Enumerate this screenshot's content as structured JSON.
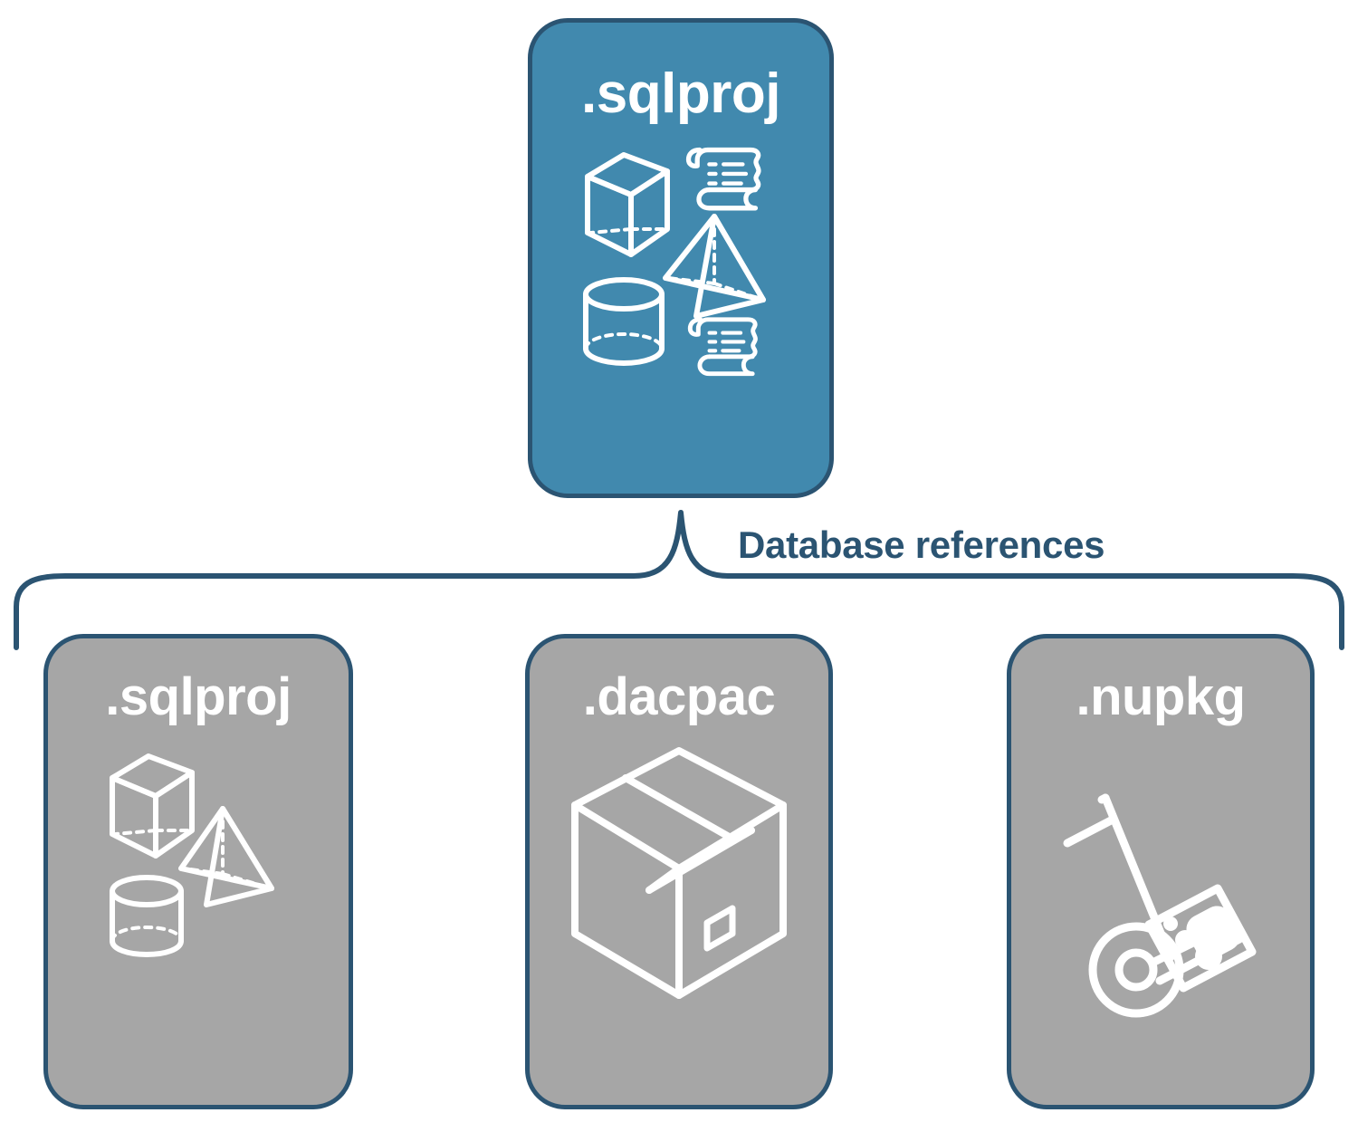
{
  "diagram": {
    "title_hidden": "",
    "colors": {
      "accent_blue": "#4189AE",
      "card_gray": "#A6A6A6",
      "outline_navy": "#2B5472",
      "icon_white": "#FFFFFF",
      "background": "#FFFFFF"
    },
    "root_node": {
      "label": ".sqlproj",
      "fill": "#4189AE",
      "icons": [
        "cube-wireframe-icon",
        "script-scroll-icon",
        "pyramid-wireframe-icon",
        "cylinder-wireframe-icon",
        "script-scroll-icon"
      ]
    },
    "connector": {
      "label": "Database references",
      "style": "curly-brace",
      "color": "#2B5472"
    },
    "reference_nodes": [
      {
        "label": ".sqlproj",
        "fill": "#A6A6A6",
        "icons": [
          "cube-wireframe-icon",
          "pyramid-wireframe-icon",
          "cylinder-wireframe-icon"
        ]
      },
      {
        "label": ".dacpac",
        "fill": "#A6A6A6",
        "icons": [
          "shipping-box-icon"
        ]
      },
      {
        "label": ".nupkg",
        "fill": "#A6A6A6",
        "icons": [
          "hand-truck-package-icon"
        ]
      }
    ]
  }
}
